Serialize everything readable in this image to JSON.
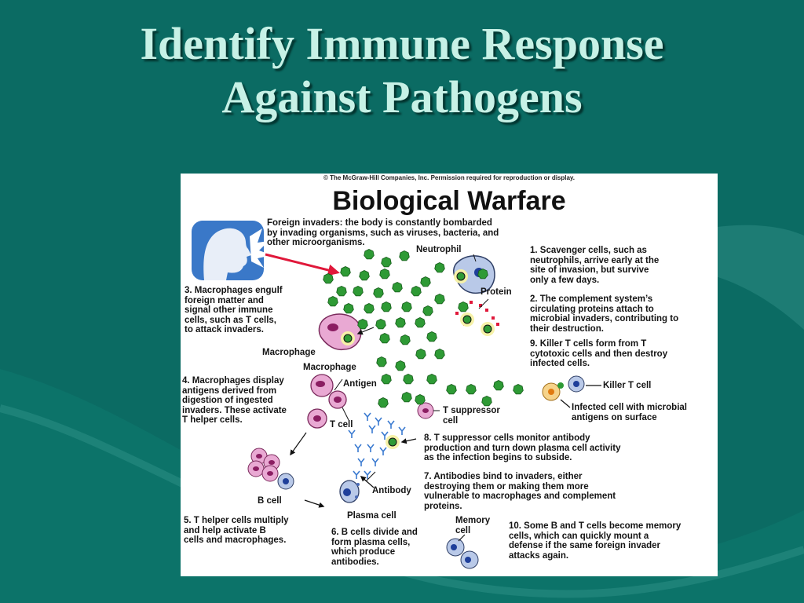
{
  "slide": {
    "title_line1": "Identify Immune Response",
    "title_line2": "Against Pathogens"
  },
  "figure": {
    "copyright": "© The McGraw-Hill Companies, Inc. Permission required for reproduction or display.",
    "title": "Biological Warfare",
    "intro": "Foreign invaders: the body is constantly bombarded\nby invading organisms, such as viruses, bacteria, and\nother microorganisms.",
    "steps": {
      "s1": "1. Scavenger cells, such as\nneutrophils, arrive early  at the\nsite of invasion, but survive\nonly a few days.",
      "s2": "2. The complement system’s\ncirculating proteins attach to\nmicrobial invaders, contributing to\ntheir destruction.",
      "s3": "3. Macrophages engulf\nforeign matter and\nsignal other immune\ncells, such as T cells,\nto attack invaders.",
      "s4": "4. Macrophages display\nantigens derived from\ndigestion of ingested\ninvaders. These activate\nT helper cells.",
      "s5": "5. T helper cells multiply\nand help activate B\ncells and macrophages.",
      "s6": "6. B cells divide and\nform plasma cells,\nwhich produce\nantibodies.",
      "s7": "7. Antibodies bind to invaders, either\ndestroying them or making them more\nvulnerable to macrophages and complement\nproteins.",
      "s8": "8. T suppressor cells monitor antibody\nproduction and turn down plasma cell activity\nas the infection begins to subside.",
      "s9": "9. Killer T cells form from T\ncytotoxic cells and then destroy\ninfected cells.",
      "s10": "10. Some B and T cells become memory\ncells, which can quickly mount a\ndefense if the same foreign invader\nattacks again."
    },
    "labels": {
      "neutrophil": "Neutrophil",
      "protein": "Protein",
      "macrophage1": "Macrophage",
      "macrophage2": "Macrophage",
      "antigen": "Antigen",
      "t_cell": "T cell",
      "t_suppressor": "T suppressor\ncell",
      "killer_t": "Killer T cell",
      "infected": "Infected cell with microbial\nantigens on surface",
      "b_cell": "B cell",
      "antibody": "Antibody",
      "plasma": "Plasma cell",
      "memory": "Memory\ncell"
    }
  },
  "colors": {
    "background": "#0b6b63",
    "title_text": "#c7f1e6",
    "invader_green": "#2e9a35",
    "macrophage_pink": "#e9a9d3",
    "neutrophil_blue": "#b9c9e8",
    "arrow_red": "#e0183a"
  }
}
